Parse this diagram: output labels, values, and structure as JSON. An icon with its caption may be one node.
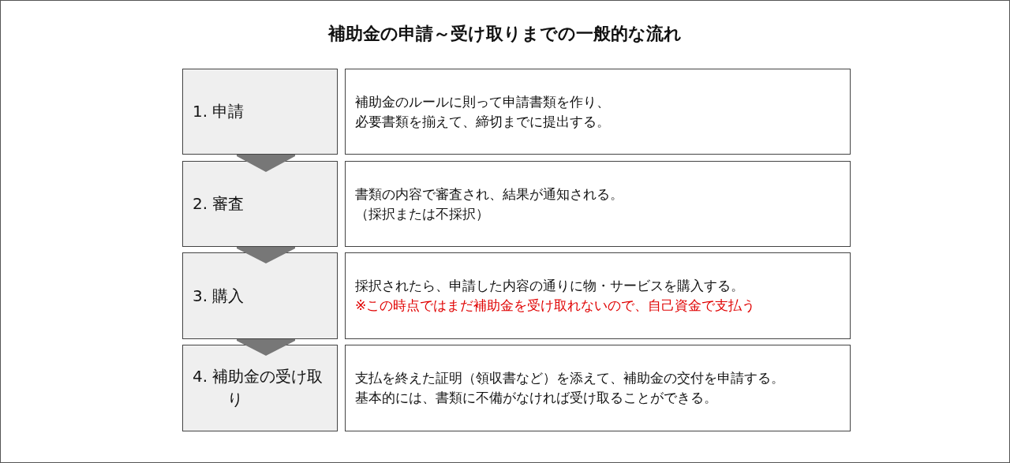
{
  "diagram": {
    "title": "補助金の申請～受け取りまでの一般的な流れ",
    "nodes": [
      {
        "text": [
          "1. 申請"
        ]
      },
      {
        "text": [
          "補助金のルールに則って申請書類を作り、必要書類を揃えて、締切までに提出する。"
        ]
      },
      {
        "text": [
          "2. 審査"
        ]
      },
      {
        "text": [
          "書類の内容で審査され、結果が通知される。",
          "（採択または不採択）"
        ]
      },
      {
        "text": [
          "3. 購入"
        ]
      },
      {
        "text": [
          "採択されたら、申請した内容の通りに物・サービスを購入する。",
          "※この時点ではまだ補助金を受け取れないので、自己資金で支払う"
        ]
      },
      {
        "text": [
          "4. 補助金の受け取り"
        ]
      },
      {
        "text": [
          "支払を終えた証明（領収書など）を添えて、補助金の交付を申請する。基本的には、書類に不備がなければ受け取ることができる。"
        ]
      }
    ],
    "edges": [
      {
        "from": 0,
        "to": 2,
        "arrow": "to"
      },
      {
        "from": 2,
        "to": 4,
        "arrow": "to"
      },
      {
        "from": 4,
        "to": 6,
        "arrow": "to"
      }
    ]
  }
}
